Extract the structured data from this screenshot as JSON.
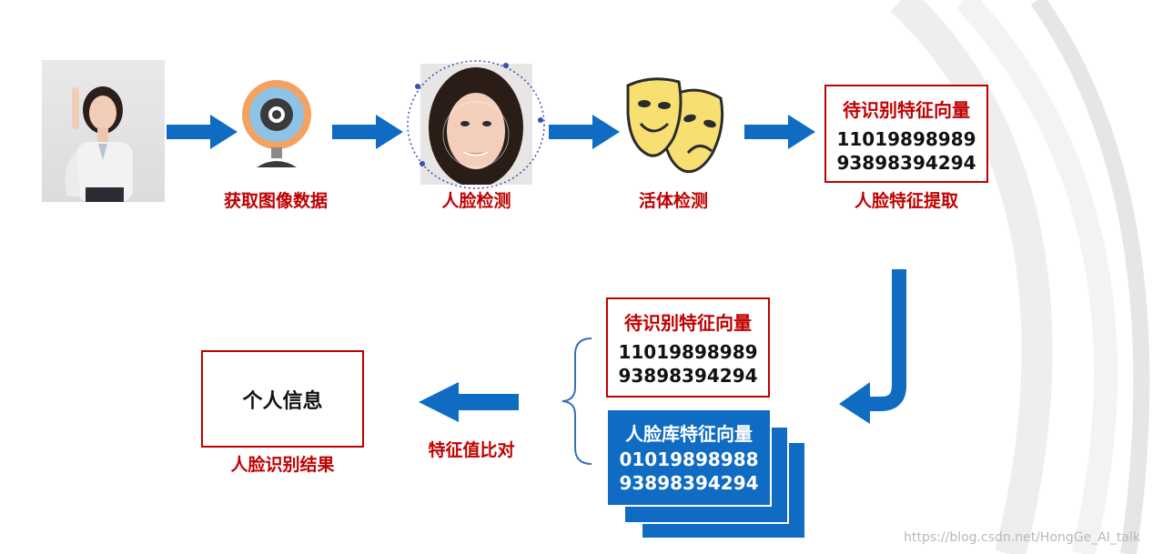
{
  "steps": {
    "capture": "获取图像数据",
    "face_detect": "人脸检测",
    "liveness": "活体检测",
    "extract": "人脸特征提取"
  },
  "vector_top": {
    "title": "待识别特征向量",
    "line1": "11019898989",
    "line2": "93898394294"
  },
  "vector_bottom": {
    "title": "待识别特征向量",
    "line1": "11019898989",
    "line2": "93898394294"
  },
  "face_db": {
    "title": "人脸库特征向量",
    "line1": "01019898988",
    "line2": "93898394294"
  },
  "compare_label": "特征值比对",
  "result": {
    "box_text": "个人信息",
    "caption": "人脸识别结果"
  },
  "watermark": "https://blog.csdn.net/HongGe_AI_talk",
  "colors": {
    "arrow_blue": "#0f6cc2",
    "caption_red": "#c00000",
    "webcam_orange": "#f4a261",
    "mask_yellow": "#f7df72"
  },
  "icons": [
    "person-photo",
    "webcam-icon",
    "face-photo",
    "theater-masks-icon"
  ]
}
